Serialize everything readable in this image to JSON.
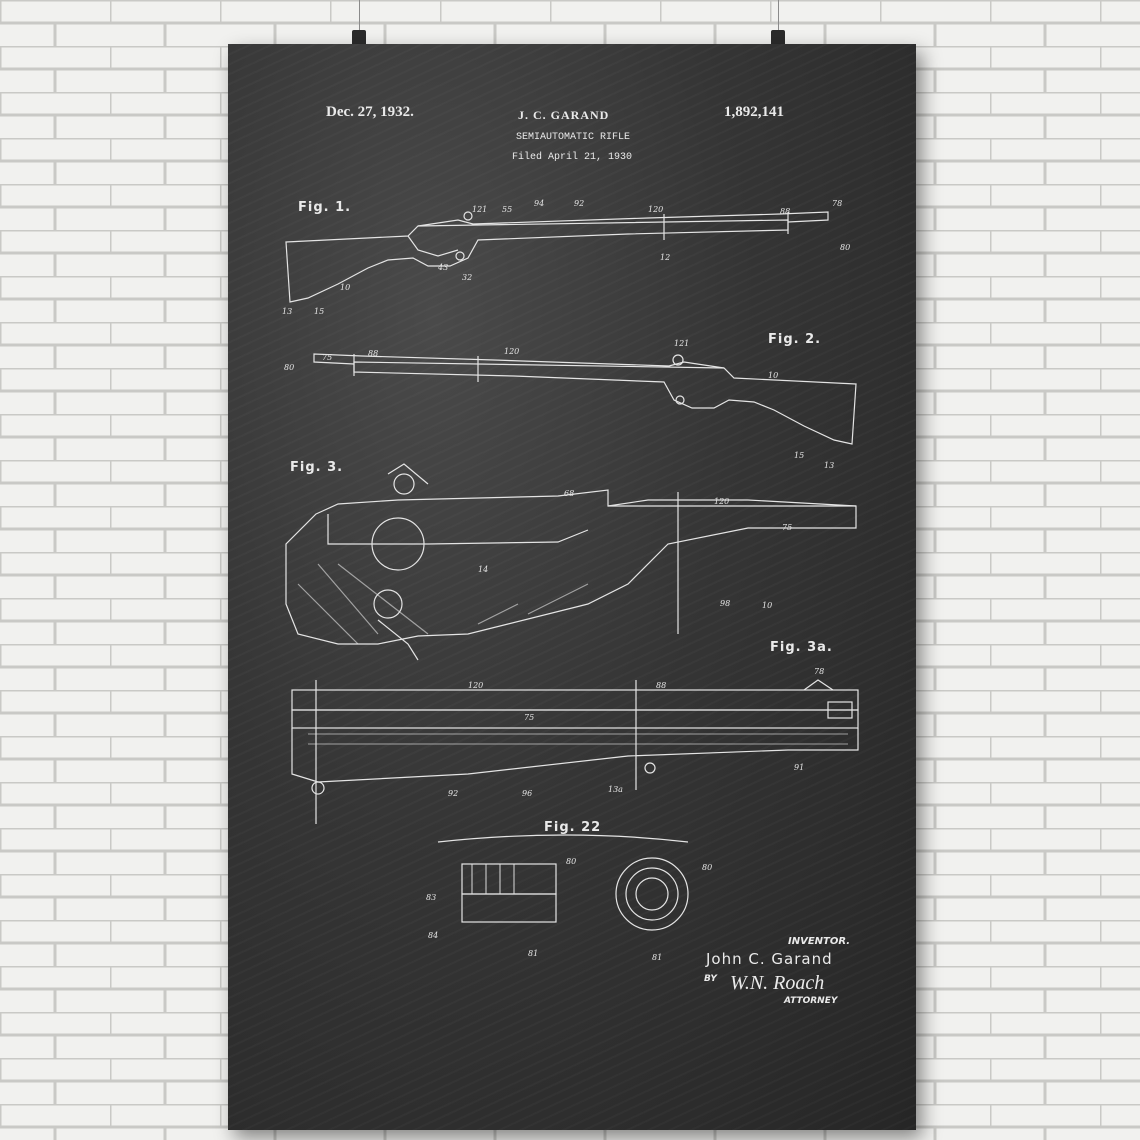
{
  "patent": {
    "date": "Dec. 27, 1932.",
    "inventor_header": "J. C. GARAND",
    "number": "1,892,141",
    "title": "SEMIAUTOMATIC RIFLE",
    "filed": "Filed April 21, 1930"
  },
  "figures": {
    "fig1": "Fig. 1.",
    "fig2": "Fig. 2.",
    "fig3": "Fig. 3.",
    "fig3a": "Fig. 3a.",
    "fig22": "Fig. 22"
  },
  "signature": {
    "inventor_label": "INVENTOR.",
    "inventor_name": "John C. Garand",
    "by": "BY",
    "attorney_sig": "W.N. Roach",
    "attorney_label": "ATTORNEY"
  },
  "colors": {
    "wall": "#e9e9e7",
    "poster": "#323232",
    "ink": "#eaeaea"
  }
}
